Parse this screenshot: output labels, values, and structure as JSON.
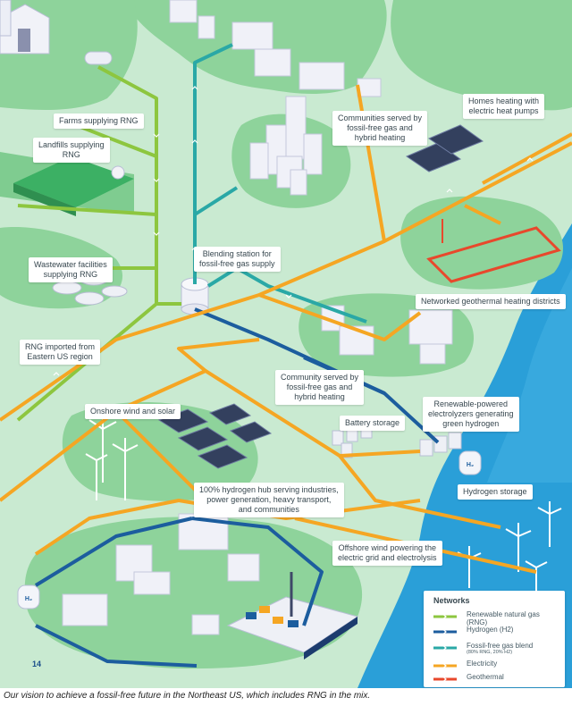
{
  "labels": {
    "farms": "Farms supplying RNG",
    "landfills": "Landfills supplying\nRNG",
    "wastewater": "Wastewater facilities\nsupplying RNG",
    "rng_imported": "RNG imported from\nEastern US region",
    "blending": "Blending station for\nfossil-free gas supply",
    "communities_hybrid": "Communities served by\nfossil-free gas and\nhybrid heating",
    "homes_heat_pumps": "Homes heating with\nelectric heat pumps",
    "geothermal_districts": "Networked geothermal heating districts",
    "community_hybrid": "Community served by\nfossil-free gas and\nhybrid heating",
    "onshore": "Onshore wind and solar",
    "battery": "Battery storage",
    "electrolyzers": "Renewable-powered\nelectrolyzers generating\ngreen hydrogen",
    "hydrogen_storage": "Hydrogen storage",
    "hydrogen_hub": "100% hydrogen hub serving industries,\npower generation, heavy transport,\nand communities",
    "offshore": "Offshore wind powering the\nelectric grid and electrolysis"
  },
  "page_number": "14",
  "tank_symbols": {
    "h2": "H₂"
  },
  "legend": {
    "title": "Networks",
    "items": [
      {
        "label": "Renewable natural gas (RNG)",
        "note": "",
        "color": "#8dc63f"
      },
      {
        "label": "Hydrogen (H2)",
        "note": "",
        "color": "#1c5d9e"
      },
      {
        "label": "Fossil-free gas blend",
        "note": "(80% RNG, 20% H2)",
        "color": "#2aa8a6"
      },
      {
        "label": "Electricity",
        "note": "",
        "color": "#f5a623"
      },
      {
        "label": "Geothermal",
        "note": "",
        "color": "#e8482c"
      }
    ]
  },
  "caption": "Our vision to achieve a fossil-free future in the Northeast US, which includes RNG in the mix.",
  "colors": {
    "land": "#c9ead1",
    "hill": "#8ed39b",
    "water": "#2a9fd8",
    "rng": "#8dc63f",
    "hydrogen": "#1c5d9e",
    "blend": "#2aa8a6",
    "electricity": "#f5a623",
    "geothermal": "#e8482c"
  }
}
